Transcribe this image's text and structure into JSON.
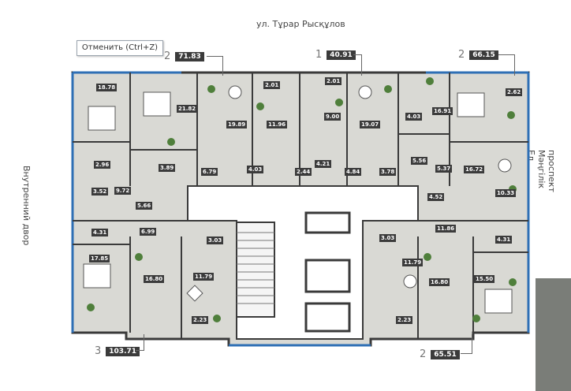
{
  "streets": {
    "top": "ул. Тұрар Рысқұлов",
    "left": "Внутренний двор",
    "right": "проспект Мәңгілік Ел"
  },
  "undo_tooltip": "Отменить (Ctrl+Z)",
  "units": [
    {
      "rooms": "2",
      "area": "71.83"
    },
    {
      "rooms": "1",
      "area": "40.91"
    },
    {
      "rooms": "2",
      "area": "66.15"
    },
    {
      "rooms": "3",
      "area": "103.71"
    },
    {
      "rooms": "2",
      "area": "65.51"
    }
  ],
  "rooms": [
    "18.78",
    "21.82",
    "19.89",
    "2.01",
    "11.96",
    "2.01",
    "9.00",
    "19.07",
    "4.03",
    "16.91",
    "2.62",
    "2.96",
    "3.89",
    "6.79",
    "4.03",
    "2.44",
    "4.21",
    "4.84",
    "3.78",
    "5.56",
    "5.37",
    "16.72",
    "3.52",
    "9.72",
    "5.66",
    "4.52",
    "10.33",
    "4.31",
    "6.99",
    "3.03",
    "3.03",
    "11.86",
    "4.31",
    "17.85",
    "16.80",
    "11.79",
    "11.79",
    "16.80",
    "15.50",
    "2.23",
    "2.23"
  ],
  "colors": {
    "wall": "#3a3a3a",
    "window": "#2e6fb5",
    "floor": "#d9d9d4",
    "corridor": "#ffffff",
    "sidebar": "#7a7d78"
  }
}
